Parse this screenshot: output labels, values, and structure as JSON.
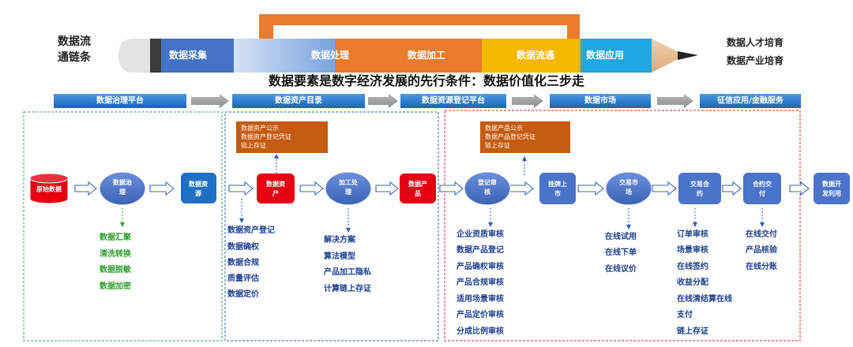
{
  "pencil": {
    "left_title": [
      "数据流",
      "通链条"
    ],
    "segments": [
      "数据采集",
      "数据处理",
      "数据加工",
      "数据流通",
      "数据应用"
    ],
    "right_items": [
      "数据人才培育",
      "数据产业培育"
    ]
  },
  "headline": "数据要素是数字经济发展的先行条件：数据价值化三步走",
  "platforms": [
    "数据治理平台",
    "数据资产目录",
    "数据资源登记平台",
    "数据市场",
    "征信应用/金融服务"
  ],
  "callouts": {
    "asset": [
      "数据资产公示",
      "数据资产登记凭证",
      "链上存证"
    ],
    "product": [
      "数据产品公示",
      "数据产品登记凭证",
      "链上存证"
    ]
  },
  "flow": {
    "raw": "原始数据",
    "govern": [
      "数据治",
      "理"
    ],
    "resource": [
      "数据资",
      "源"
    ],
    "asset": [
      "数据资",
      "产"
    ],
    "process": [
      "加工处",
      "理"
    ],
    "product": [
      "数据产",
      "品"
    ],
    "register": [
      "登记审",
      "核"
    ],
    "listing": [
      "挂牌上",
      "市"
    ],
    "market": [
      "交易市",
      "场"
    ],
    "contract": [
      "交易合",
      "约"
    ],
    "delivery": [
      "合约交",
      "付"
    ],
    "dev": [
      "数据开",
      "发利用"
    ]
  },
  "lists": {
    "govern": [
      "数据汇聚",
      "清洗转换",
      "数据脱敏",
      "数据加密"
    ],
    "asset": [
      "数据资产登记",
      "数据确权",
      "数据合规",
      "质量评估",
      "数据定价"
    ],
    "process": [
      "解决方案",
      "算法模型",
      "产品加工隐私",
      "计算链上存证"
    ],
    "register": [
      "企业资质审核",
      "数据产品登记",
      "产品确权审核",
      "产品合规审核",
      "适用场景审核",
      "产品定价审核",
      "分成比例审核"
    ],
    "market": [
      "在线试用",
      "在线下单",
      "在线议价"
    ],
    "contract": [
      "订单审核",
      "场景审核",
      "在线签约",
      "收益分配",
      "在线清结算在线",
      "支付",
      "链上存证"
    ],
    "delivery": [
      "在线交付",
      "产品核验",
      "在线分账"
    ]
  },
  "colors": {
    "blue_box": "#1f6fc5",
    "circle": "#4a74c9",
    "red_box": "#e60012",
    "callout": "#c55a11",
    "green_text": "#2e9e2e",
    "blue_text": "#1f3f8f",
    "pencil_blue": "#4472c4",
    "pencil_orange": "#e97b2c",
    "pencil_yellow": "#f5b800",
    "pencil_cyan": "#1ea7e1"
  }
}
